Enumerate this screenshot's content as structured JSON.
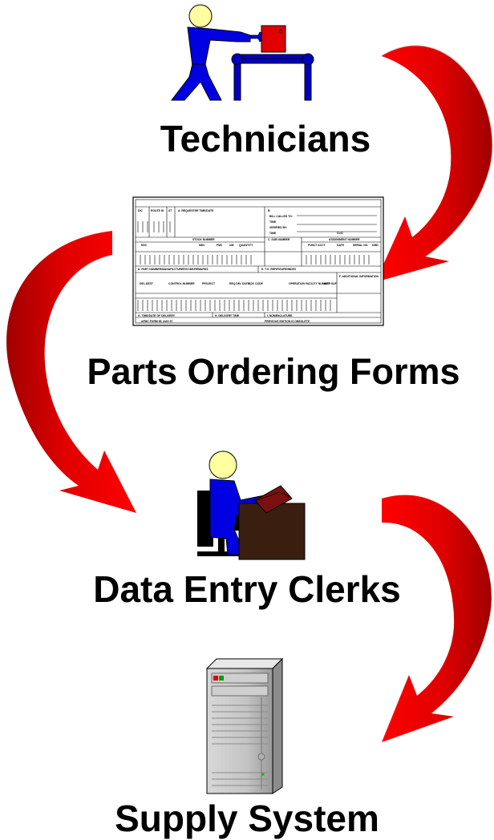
{
  "flow": {
    "steps": [
      {
        "label": "Technicians",
        "icon": "technician-conveyor-icon"
      },
      {
        "label": "Parts Ordering Forms",
        "icon": "parts-order-form-icon"
      },
      {
        "label": "Data Entry Clerks",
        "icon": "clerk-at-desk-icon"
      },
      {
        "label": "Supply System",
        "icon": "server-tower-icon"
      }
    ],
    "arrow_color": "#e00000",
    "arrow_shadow_color": "#a00000"
  },
  "form": {
    "header_fields": [
      "DIC",
      "ROUTE ID",
      "ST",
      "A. REQUESTER TIME/DATE",
      "B."
    ],
    "right_fields": [
      "BILL CALLED TO:",
      "TIME",
      "VERIFIED BY:",
      "TIME",
      "CLIC"
    ],
    "stock_headers": [
      "STOCK NUMBER",
      "NSC",
      "NIIN",
      "FMC",
      "UM",
      "QUANTITY",
      "C. SUB NUMBER",
      "ASSIGNMENT NUMBER",
      "FUNCT ACCT",
      "DATE",
      "SERIAL NO.",
      "DMD"
    ],
    "part_row": [
      "D. PART NUMBER/MANUFACTURER/CODE/REMARKS",
      "E. T.O. REF/FIGURE/INDEX"
    ],
    "lower_headers": [
      "DEL-DEST",
      "CONTROL NUMBER",
      "PROJECT",
      "REQ DEL DATE",
      "ADV CODE",
      "OPERATION FACILITY NUMBER",
      "ACT/ SUF",
      "F. ADDITIONAL INFORMATION"
    ],
    "bottom_fields": [
      "G. TIME/DATE OF DELIVERY",
      "H. DELIVERY TIME",
      "I. NOMENCLATURE"
    ],
    "footer_left": "AFMC FORM 95, AUG 97",
    "footer_right": "PREVIOUS EDITION IS OBSOLETE"
  }
}
